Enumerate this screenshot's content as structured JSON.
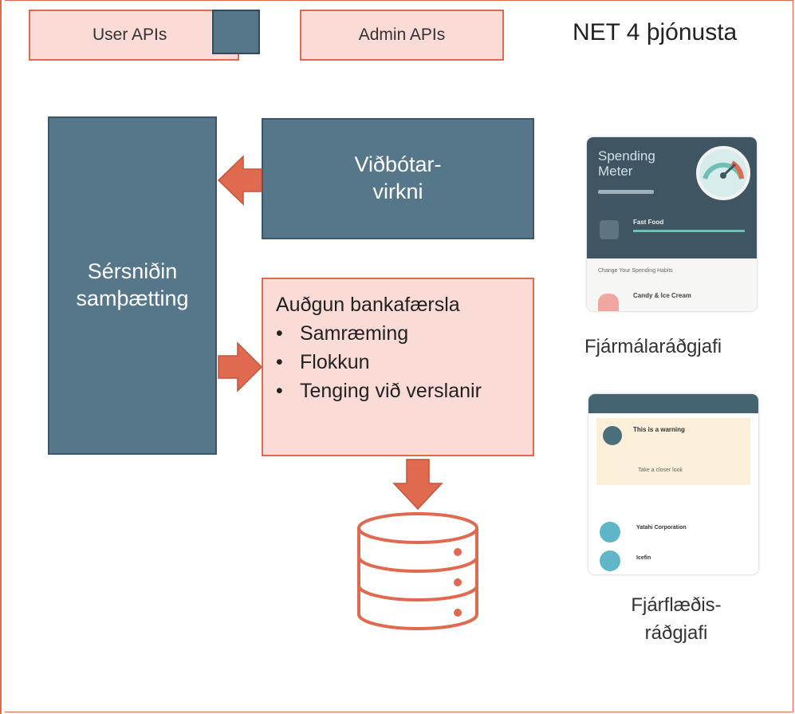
{
  "header": {
    "user_apis": "User APIs",
    "admin_apis": "Admin APIs",
    "title": "NET 4 þjónusta"
  },
  "blocks": {
    "integration": [
      "Sérsniðin",
      "samþætting"
    ],
    "extra": [
      "Viðbótar-",
      "virkni"
    ],
    "enrichment": {
      "title": "Auðgun bankafærsla",
      "items": [
        "Samræming",
        "Flokkun",
        "Tenging við verslanir"
      ]
    }
  },
  "apps": {
    "spending": {
      "label": "Fjármálaráðgjafi",
      "screen": {
        "title_lines": [
          "Spending",
          "Meter"
        ],
        "category": "Fast Food",
        "prompt": "Change Your Spending Habits",
        "item": "Candy & Ice Cream"
      }
    },
    "cashflow": {
      "label_lines": [
        "Fjárflæðis-",
        "ráðgjafi"
      ],
      "screen": {
        "warning_title": "This is a warning",
        "action": "Take a closer look",
        "rows": [
          "Yatahi Corporation",
          "Icefin"
        ]
      }
    }
  },
  "colors": {
    "accent": "#e06a4f",
    "accent_fill": "#fadbd6",
    "slate": "#56768a",
    "slate_dark": "#3d5668"
  }
}
